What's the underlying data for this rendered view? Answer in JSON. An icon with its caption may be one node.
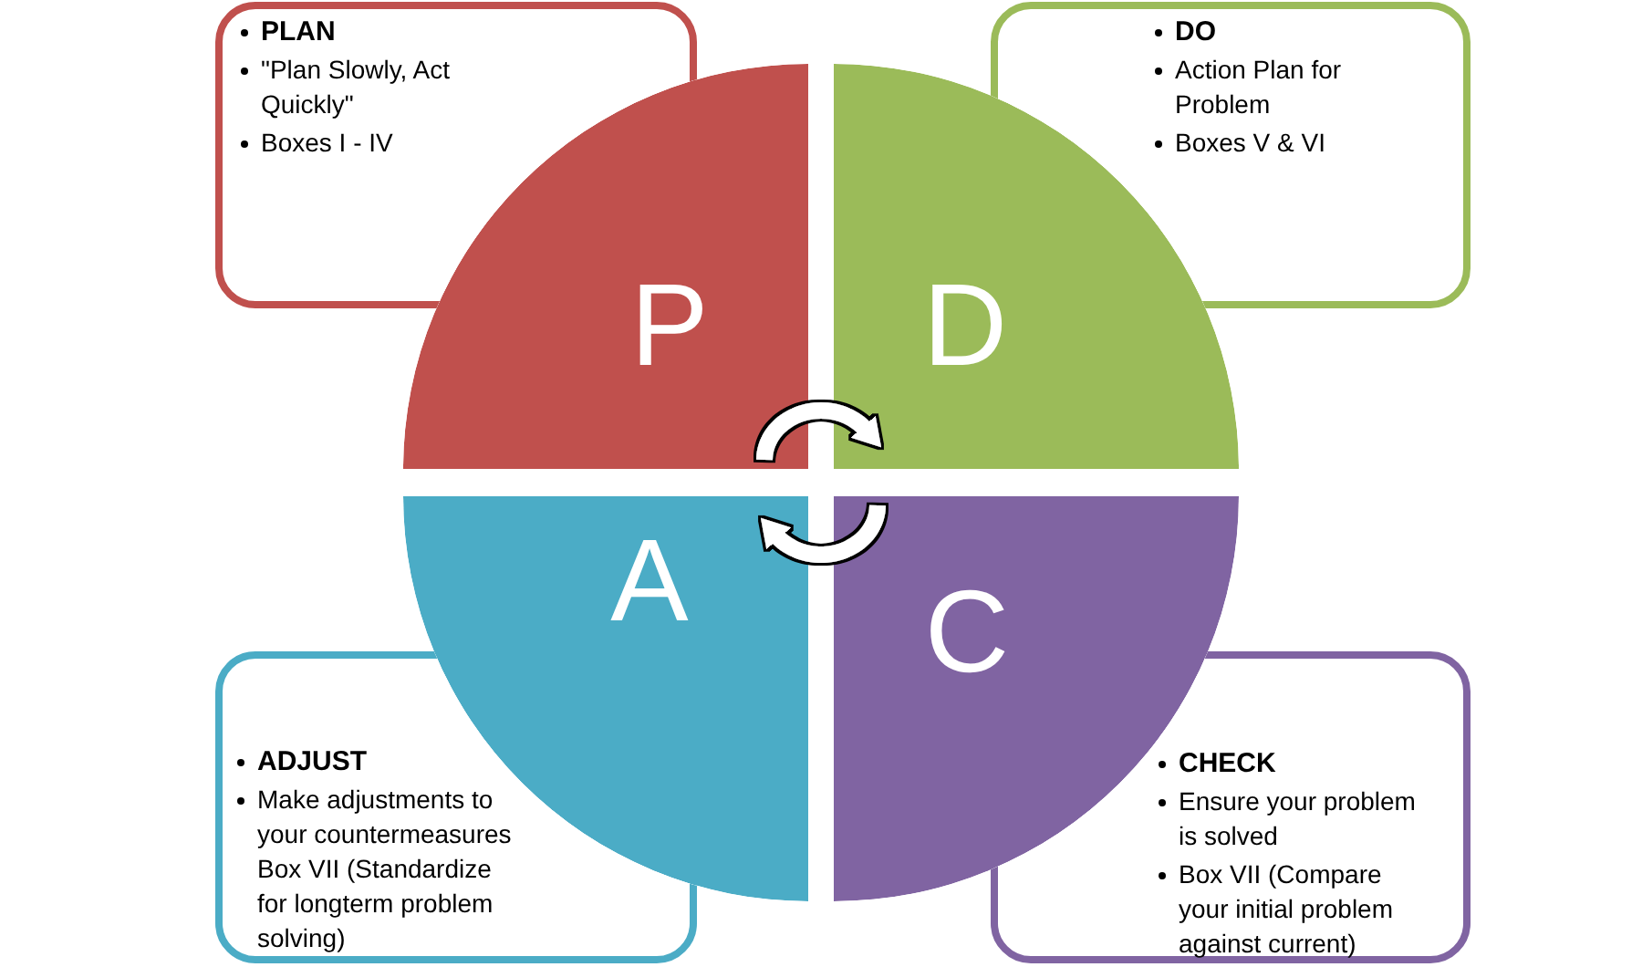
{
  "diagram": {
    "nodes": [
      {
        "text": [
          "PLAN",
          "\"Plan Slowly, Act Quickly\"",
          "Boxes I - IV"
        ]
      },
      {
        "text": [
          "DO",
          "Action Plan for Problem",
          "Boxes V & VI"
        ]
      },
      {
        "text": [
          "P"
        ]
      },
      {
        "text": [
          "D"
        ]
      },
      {
        "text": [
          "A"
        ]
      },
      {
        "text": [
          "C"
        ]
      },
      {
        "text": [
          "ADJUST",
          "Make adjustments to your countermeasures Box VII (Standardize for longterm problem solving)"
        ]
      },
      {
        "text": [
          "CHECK",
          "Ensure your problem is solved",
          "Box VII (Compare your initial problem against current)"
        ]
      }
    ],
    "edges": [
      {
        "from": 2,
        "to": 3,
        "arrow": "to"
      },
      {
        "from": 5,
        "to": 4,
        "arrow": "to"
      }
    ]
  }
}
